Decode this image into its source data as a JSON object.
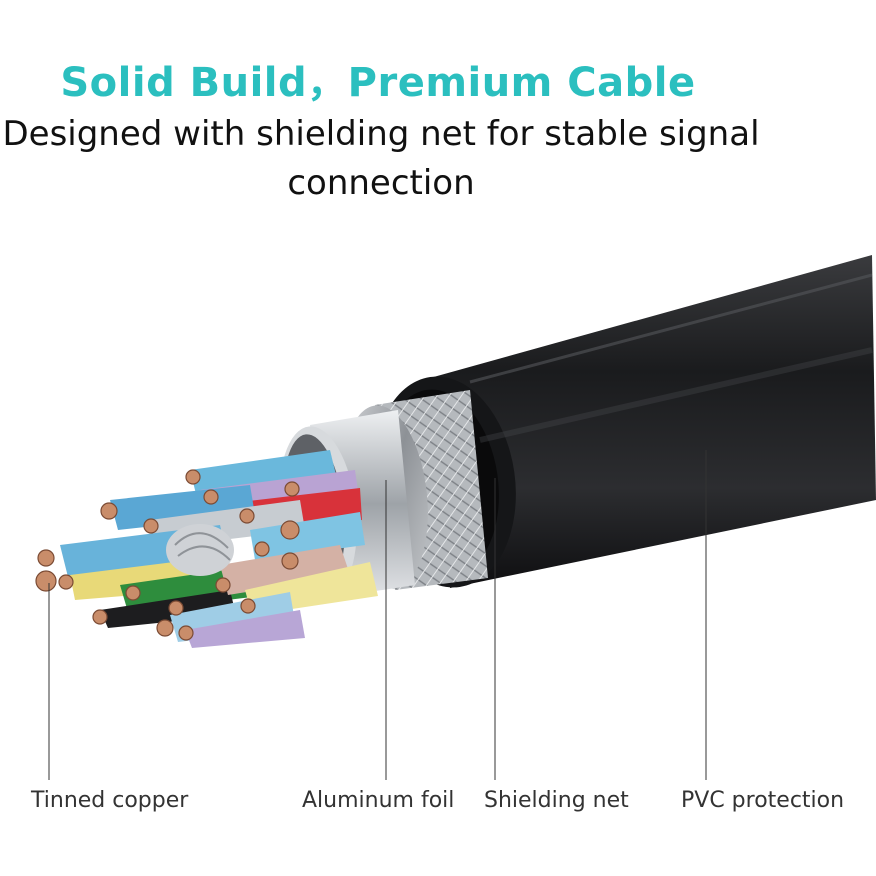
{
  "headline": "Solid Build，Premium Cable",
  "subheadline": {
    "line1": "Designed with shielding net for stable signal",
    "line2": "connection"
  },
  "labels": {
    "tinned_copper": "Tinned copper",
    "aluminum_foil": "Aluminum foil",
    "shielding_net": "Shielding net",
    "pvc_protection": "PVC protection"
  },
  "colors": {
    "headline": "#2bbfbf",
    "jacket": "#1e1f21",
    "foil": "#c9ccd0",
    "wire_blue": "#5fb0d8"
  }
}
